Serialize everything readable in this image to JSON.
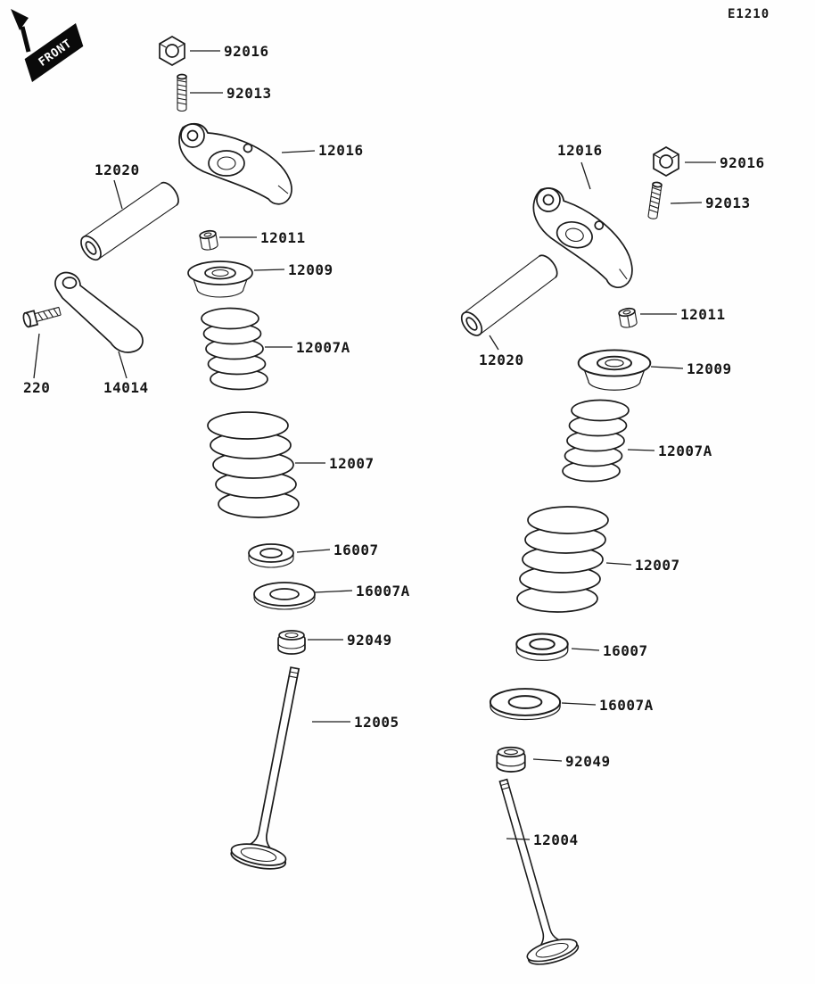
{
  "diagram": {
    "code": "E1210",
    "front_label": "FRONT"
  },
  "left": {
    "nut": "92016",
    "adjusting_screw": "92013",
    "rocker_arm": "12016",
    "rocker_shaft": "12020",
    "valve_keeper": "12011",
    "spring_retainer": "12009",
    "spring_inner": "12007A",
    "spring_outer": "12007",
    "spring_seat": "16007",
    "spring_washer": "16007A",
    "oil_seal": "92049",
    "valve": "12005",
    "screw": "220",
    "plate": "14014"
  },
  "right": {
    "rocker_arm": "12016",
    "nut": "92016",
    "adjusting_screw": "92013",
    "valve_keeper": "12011",
    "rocker_shaft": "12020",
    "spring_retainer": "12009",
    "spring_inner": "12007A",
    "spring_outer": "12007",
    "spring_seat": "16007",
    "spring_washer": "16007A",
    "oil_seal": "92049",
    "valve": "12004"
  }
}
